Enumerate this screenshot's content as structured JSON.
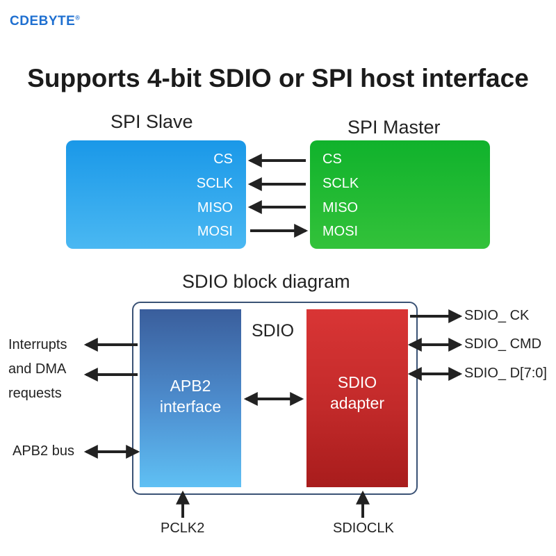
{
  "brand": {
    "name": "CDEBYTE",
    "mark": "®"
  },
  "headline": "Supports 4-bit SDIO or SPI host interface",
  "spi": {
    "slave_label": "SPI Slave",
    "master_label": "SPI Master",
    "signals": [
      "CS",
      "SCLK",
      "MISO",
      "MOSI"
    ]
  },
  "sdio": {
    "section_label": "SDIO block diagram",
    "title": "SDIO",
    "apb_box": {
      "line1": "APB2",
      "line2": "interface"
    },
    "adapter_box": {
      "line1": "SDIO",
      "line2": "adapter"
    },
    "left_labels": {
      "interrupts_line1": "Interrupts",
      "interrupts_line2": "and DMA",
      "interrupts_line3": "requests",
      "apb2_bus": "APB2 bus"
    },
    "right_labels": [
      "SDIO_ CK",
      "SDIO_ CMD",
      "SDIO_ D[7:0]"
    ],
    "bottom_labels": {
      "pclk2": "PCLK2",
      "sdioclk": "SDIOCLK"
    }
  }
}
